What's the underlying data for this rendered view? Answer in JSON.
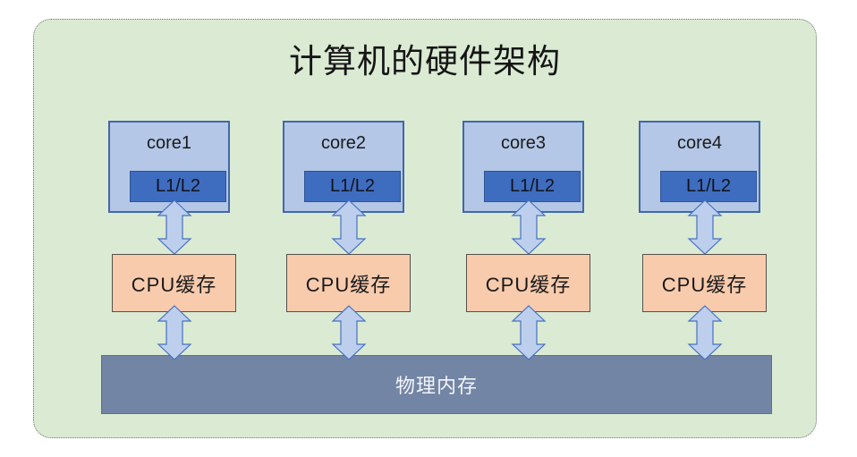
{
  "diagram": {
    "title": "计算机的硬件架构",
    "cores": [
      {
        "label": "core1",
        "cache_label": "L1/L2"
      },
      {
        "label": "core2",
        "cache_label": "L1/L2"
      },
      {
        "label": "core3",
        "cache_label": "L1/L2"
      },
      {
        "label": "core4",
        "cache_label": "L1/L2"
      }
    ],
    "cpu_cache_label": "CPU缓存",
    "memory_label": "物理内存",
    "colors": {
      "canvas_bg": "#dbead3",
      "canvas_border": "#6f7570",
      "core_fill": "#b4c7e7",
      "core_border": "#4068a8",
      "l1l2_fill": "#3e6cbf",
      "l1l2_border": "#2d5495",
      "cpu_cache_fill": "#f8cbad",
      "cpu_cache_border": "#55514b",
      "memory_fill": "#7385a4",
      "memory_border": "#5d6f90",
      "arrow_fill": "#bdcfec",
      "arrow_stroke": "#4472c4"
    }
  }
}
